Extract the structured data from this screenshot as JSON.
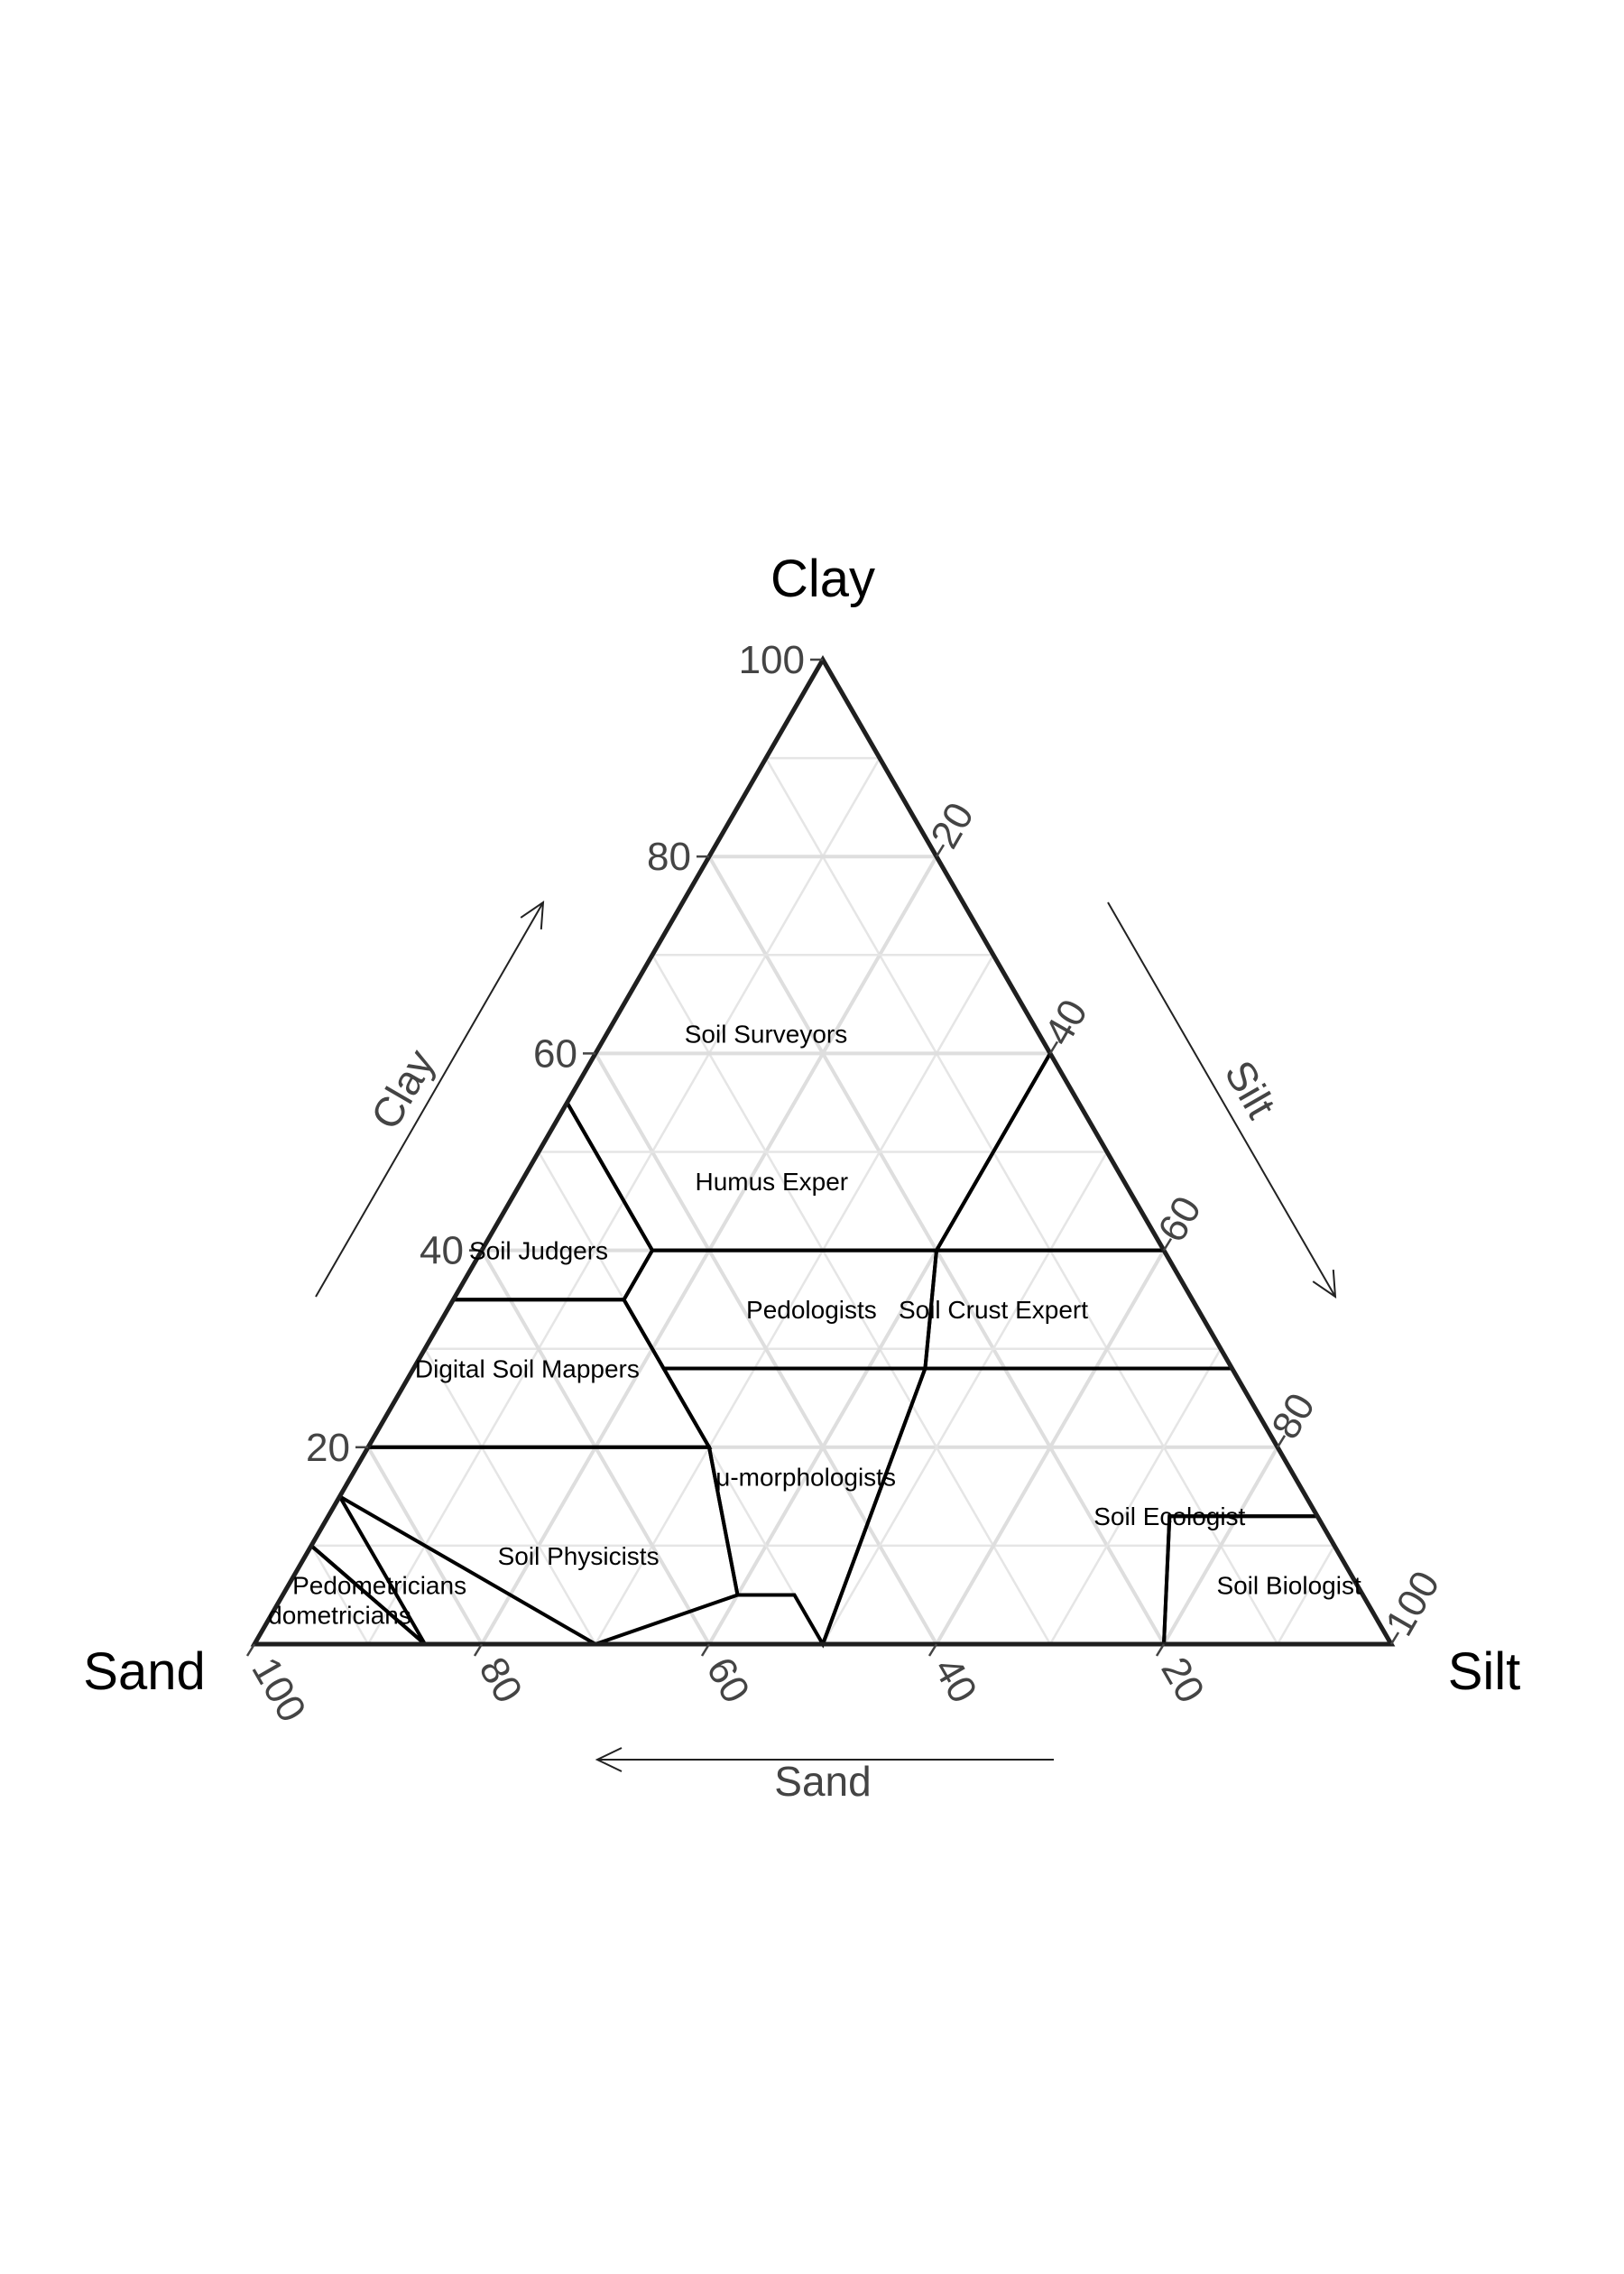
{
  "chart_data": {
    "type": "ternary",
    "vertex_labels": {
      "top": "Clay",
      "left": "Sand",
      "right": "Silt"
    },
    "axis_titles": {
      "clay": "Clay",
      "silt": "Silt",
      "sand": "Sand"
    },
    "ticks": [
      20,
      40,
      60,
      80,
      100
    ],
    "grid_step": 10,
    "grid": true,
    "regions": [
      {
        "name": "Soil Surveyors",
        "label_at": [
          62,
          14,
          24
        ],
        "polygon": [
          [
            100,
            0,
            0
          ],
          [
            60,
            40,
            0
          ],
          [
            40,
            40,
            20
          ],
          [
            40,
            15,
            45
          ],
          [
            55,
            0,
            45
          ]
        ]
      },
      {
        "name": "Humus Exper",
        "label_at": [
          47,
          22,
          31
        ],
        "polygon": [
          [
            60,
            40,
            0
          ],
          [
            40,
            60,
            0
          ],
          [
            40,
            40,
            20
          ]
        ]
      },
      {
        "name": "Soil Judgers",
        "label_at": [
          40,
          5,
          55
        ],
        "polygon": [
          [
            55,
            0,
            45
          ],
          [
            40,
            15,
            45
          ],
          [
            35,
            15,
            50
          ],
          [
            35,
            0,
            65
          ]
        ]
      },
      {
        "name": "Pedologists",
        "label_at": [
          34,
          32,
          34
        ],
        "polygon": [
          [
            40,
            40,
            20
          ],
          [
            40,
            15,
            45
          ],
          [
            35,
            15,
            50
          ],
          [
            28,
            22,
            50
          ],
          [
            28,
            45,
            27
          ]
        ]
      },
      {
        "name": "Soil Crust Expert",
        "label_at": [
          34,
          48,
          18
        ],
        "polygon": [
          [
            40,
            60,
            0
          ],
          [
            40,
            40,
            20
          ],
          [
            28,
            45,
            27
          ],
          [
            28,
            72,
            0
          ]
        ]
      },
      {
        "name": "Digital Soil Mappers",
        "label_at": [
          28,
          10,
          62
        ],
        "polygon": [
          [
            35,
            0,
            65
          ],
          [
            35,
            15,
            50
          ],
          [
            28,
            22,
            50
          ],
          [
            20,
            30,
            50
          ],
          [
            20,
            0,
            80
          ]
        ]
      },
      {
        "name": "μ-morphologists",
        "label_at": [
          17,
          40,
          43
        ],
        "polygon": [
          [
            28,
            22,
            50
          ],
          [
            28,
            45,
            27
          ],
          [
            0,
            50,
            50
          ],
          [
            5,
            45,
            50
          ],
          [
            5,
            40,
            55
          ],
          [
            20,
            30,
            50
          ]
        ]
      },
      {
        "name": "Soil Ecologist",
        "label_at": [
          13,
          74,
          13
        ],
        "polygon": [
          [
            28,
            72,
            0
          ],
          [
            28,
            45,
            27
          ],
          [
            0,
            50,
            50
          ],
          [
            0,
            80,
            20
          ],
          [
            13,
            74,
            13
          ],
          [
            13,
            87,
            0
          ]
        ]
      },
      {
        "name": "Soil Biologist",
        "label_at": [
          6,
          88,
          6
        ],
        "polygon": [
          [
            13,
            87,
            0
          ],
          [
            13,
            74,
            13
          ],
          [
            0,
            80,
            20
          ],
          [
            0,
            100,
            0
          ]
        ]
      },
      {
        "name": "Soil Physicists",
        "label_at": [
          9,
          24,
          67
        ],
        "polygon": [
          [
            20,
            0,
            80
          ],
          [
            20,
            30,
            50
          ],
          [
            5,
            40,
            55
          ],
          [
            0,
            30,
            70
          ],
          [
            0,
            15,
            85
          ],
          [
            15,
            0,
            85
          ]
        ]
      },
      {
        "name": "Pedometricians",
        "label_at": [
          6,
          8,
          86
        ],
        "polygon": [
          [
            15,
            0,
            85
          ],
          [
            0,
            30,
            70
          ],
          [
            0,
            15,
            85
          ],
          [
            10,
            0,
            90
          ]
        ]
      },
      {
        "name": "dometricians",
        "label_at": [
          3,
          6,
          91
        ],
        "polygon": [
          [
            10,
            0,
            90
          ],
          [
            0,
            15,
            85
          ],
          [
            0,
            0,
            100
          ]
        ]
      }
    ]
  }
}
